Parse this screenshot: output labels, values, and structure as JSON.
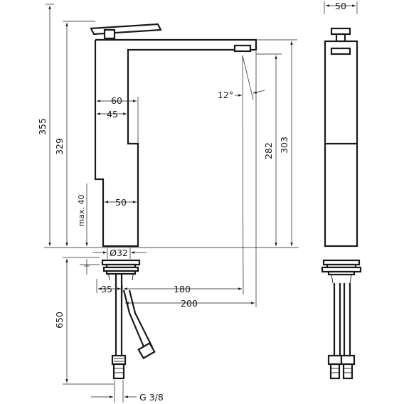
{
  "dimensions": {
    "height_total": "355",
    "height_spout": "329",
    "max_40": "max. 40",
    "body_60": "60",
    "body_45": "45",
    "body_50": "50",
    "angle": "12°",
    "outlet_282": "282",
    "outlet_303": "303",
    "width_50": "50",
    "dia_32": "Ø32",
    "offset_35": "35",
    "reach_180": "180",
    "reach_200": "200",
    "hose_650": "650",
    "thread": "G 3/8"
  }
}
